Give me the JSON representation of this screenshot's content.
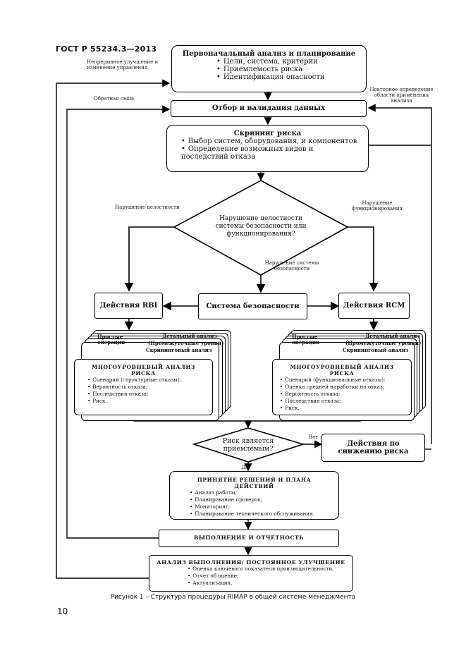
{
  "header": "ГОСТ Р 55234.3—2013",
  "page_number": "10",
  "caption": "Рисунок 1 – Структура процедуры RIMAP в общей системе менеджмента",
  "side_notes": {
    "continuous_improvement": "Непрерывное улучшение и изменение управления",
    "feedback": "Обратная связь",
    "redefinition": "Повторное определение области применения анализа",
    "integrity_violation": "Нарушение целостности",
    "function_violation": "Нарушение функционирования",
    "safety_system_violation": "Нарушение системы безопасности",
    "no": "Нет",
    "yes": "Да"
  },
  "initial_analysis": {
    "title": "Первоначальный анализ и планирование",
    "items": [
      "Цели, система, критерии",
      "Приемлемость риска",
      "Идентификация опасности"
    ]
  },
  "data_selection": {
    "title": "Отбор и валидация данных"
  },
  "screening": {
    "title": "Скрининг риска",
    "items": [
      "Выбор систем, оборудования, и компонентов",
      "Определение возможных видов и последствий отказа"
    ]
  },
  "decision1": "Нарушение целостности системы безопасности или функционирования?",
  "actions_rbi": "Действия RBI",
  "safety_systems": "Система безопасности",
  "actions_rcm": "Действия RCM",
  "stack_labels": {
    "simple": "Простые операции",
    "detailed": "Детальный анализ",
    "intermediate": "(Промежуточные уровни)",
    "screening": "Скрининговый анализ"
  },
  "mla_left": {
    "title": "МНОГОУРОВНЕВЫЙ АНАЛИЗ РИСКА",
    "items": [
      "Сценарий (структурные отказы);",
      "Вероятность отказа;",
      "Последствия отказа;",
      "Риск."
    ]
  },
  "mla_right": {
    "title": "МНОГОУРОВНЕВЫЙ АНАЛИЗ РИСКА",
    "items": [
      "Сценарий (функциональные отказы);",
      "Оценка средней наработки на отказ;",
      "Вероятность отказа;",
      "Последствия отказа;",
      "Риск."
    ]
  },
  "decision2": "Риск является приемлемым?",
  "mitigation": "Действия по снижению риска",
  "decision_plan": {
    "title": "ПРИНЯТИЕ РЕШЕНИЯ И ПЛАНА ДЕЙСТВИЙ",
    "items": [
      "Анализ работы;",
      "Планирование проверок;",
      "Мониторинг;",
      "Планирование технического обслуживания."
    ]
  },
  "execution": {
    "title": "ВЫПОЛНЕНИЕ И ОТЧЕТНОСТЬ"
  },
  "performance": {
    "title": "АНАЛИЗ ВЫПОЛНЕНИЯ/ ПОСТОЯННОЕ УЛУЧШЕНИЕ",
    "items": [
      "Оценка ключевого показателя производительности,",
      "Отчет об оценке;",
      "Актуализация."
    ]
  }
}
